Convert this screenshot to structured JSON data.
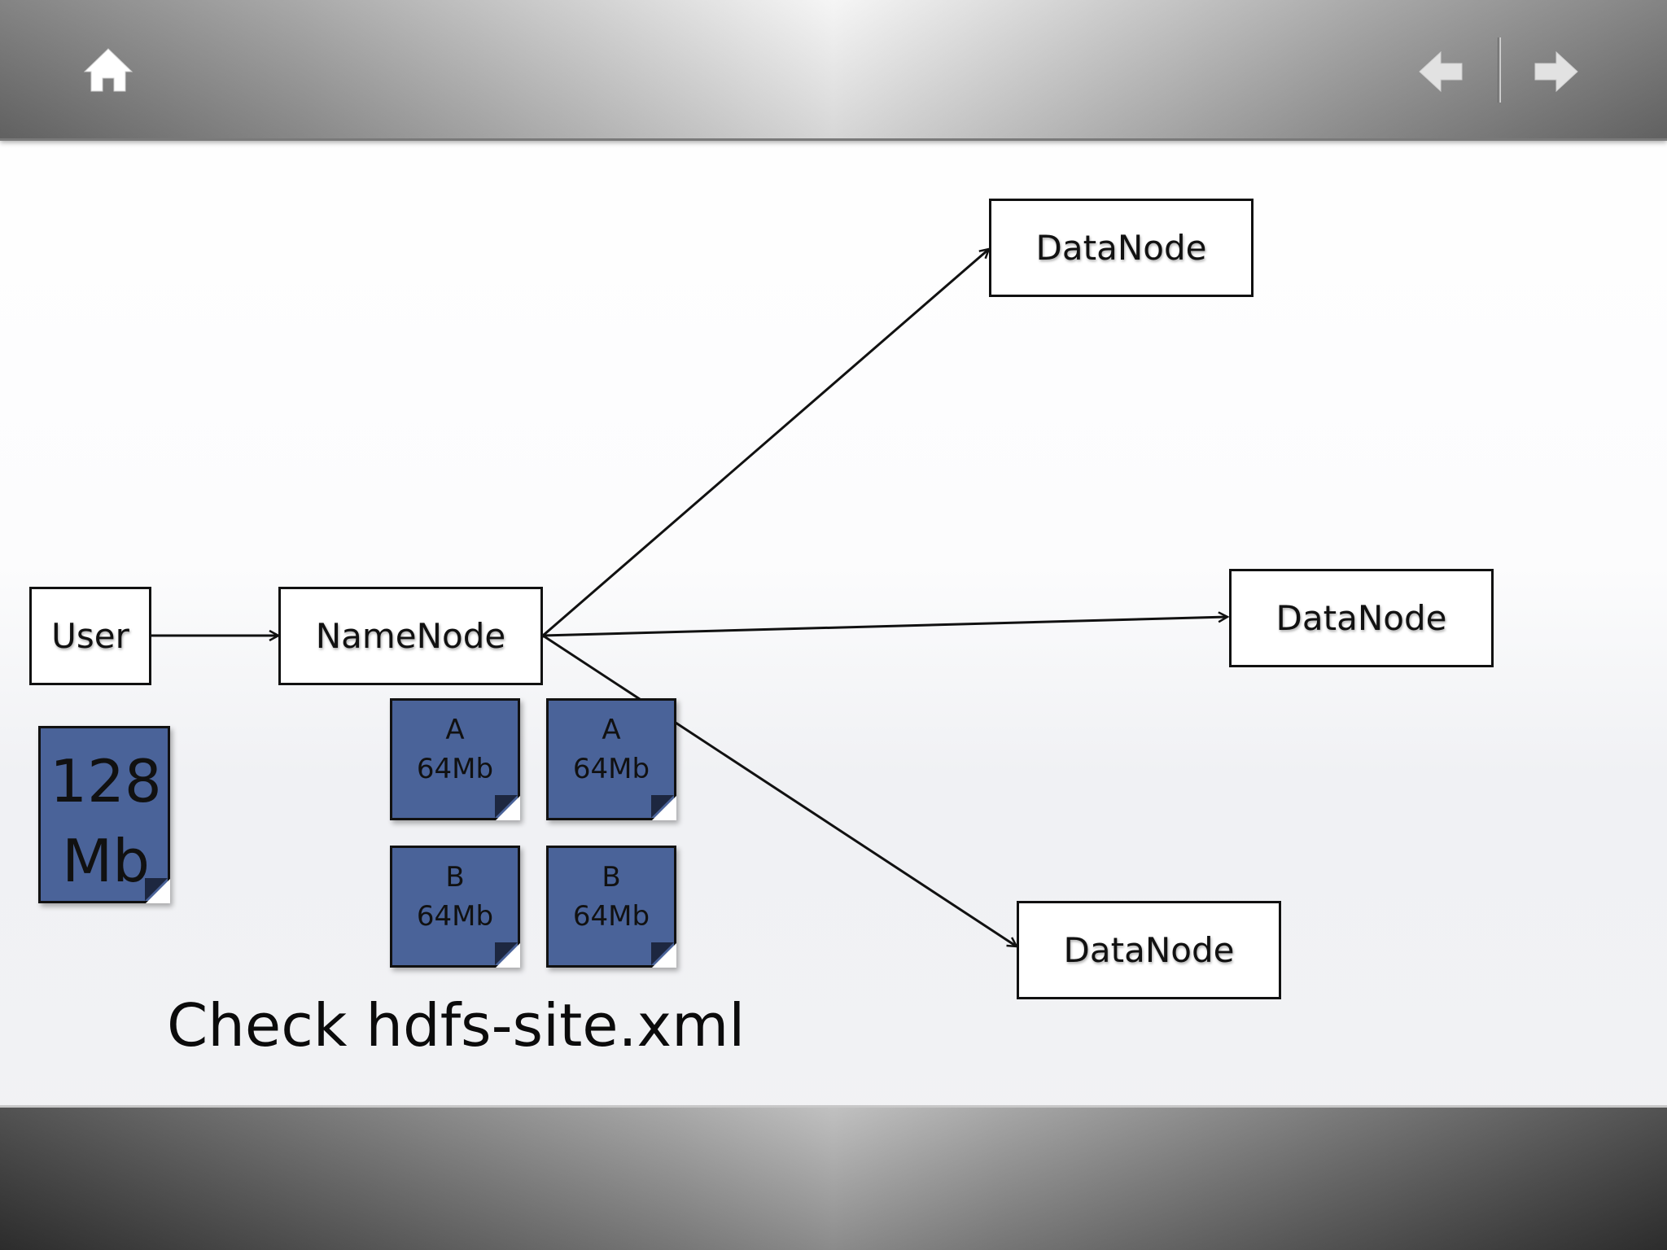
{
  "toolbar": {
    "home_icon": "home-icon",
    "prev_icon": "arrow-left-icon",
    "next_icon": "arrow-right-icon"
  },
  "diagram": {
    "user_label": "User",
    "namenode_label": "NameNode",
    "datanode_top_label": "DataNode",
    "datanode_middle_label": "DataNode",
    "datanode_bottom_label": "DataNode",
    "file_block": {
      "line1": "128",
      "line2": "Mb"
    },
    "blocks": [
      {
        "name": "A",
        "size": "64Mb"
      },
      {
        "name": "A",
        "size": "64Mb"
      },
      {
        "name": "B",
        "size": "64Mb"
      },
      {
        "name": "B",
        "size": "64Mb"
      }
    ]
  },
  "caption": "Check hdfs-site.xml",
  "colors": {
    "block_fill": "#4a6399",
    "line": "#111111"
  }
}
